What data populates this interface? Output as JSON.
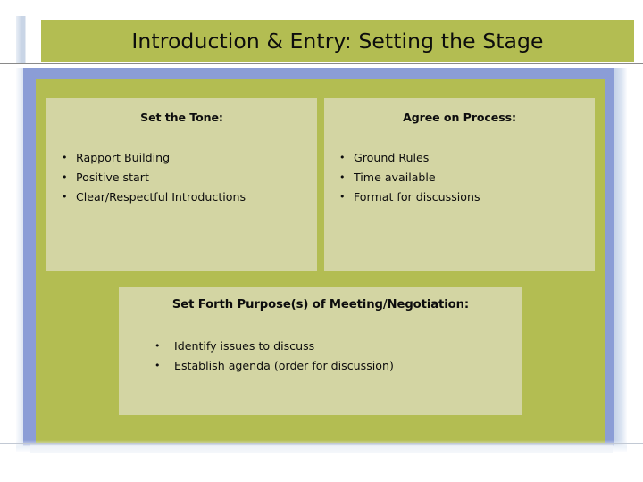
{
  "slide": {
    "title": "Introduction & Entry: Setting the Stage",
    "theme": {
      "title_band_color": "#b3bd52",
      "frame_blue_color": "#8b9dd6",
      "frame_olive_color": "#b3bd52",
      "panel_color": "#d3d5a3",
      "text_color": "#0d0d0d",
      "outer_edge_color": "#c7d4e9"
    },
    "panels": [
      {
        "id": "set-the-tone",
        "heading": "Set the Tone:",
        "bullet_glyph": "•",
        "bullets": [
          "Rapport Building",
          "Positive start",
          "Clear/Respectful Introductions"
        ]
      },
      {
        "id": "agree-on-process",
        "heading": "Agree on Process:",
        "bullet_glyph": "•",
        "bullets": [
          "Ground Rules",
          "Time available",
          "Format for discussions"
        ]
      },
      {
        "id": "set-forth-purpose",
        "heading": "Set Forth Purpose(s) of Meeting/Negotiation:",
        "bullet_glyph": "•",
        "bullets": [
          "Identify issues to discuss",
          "Establish agenda (order for discussion)"
        ]
      }
    ]
  }
}
